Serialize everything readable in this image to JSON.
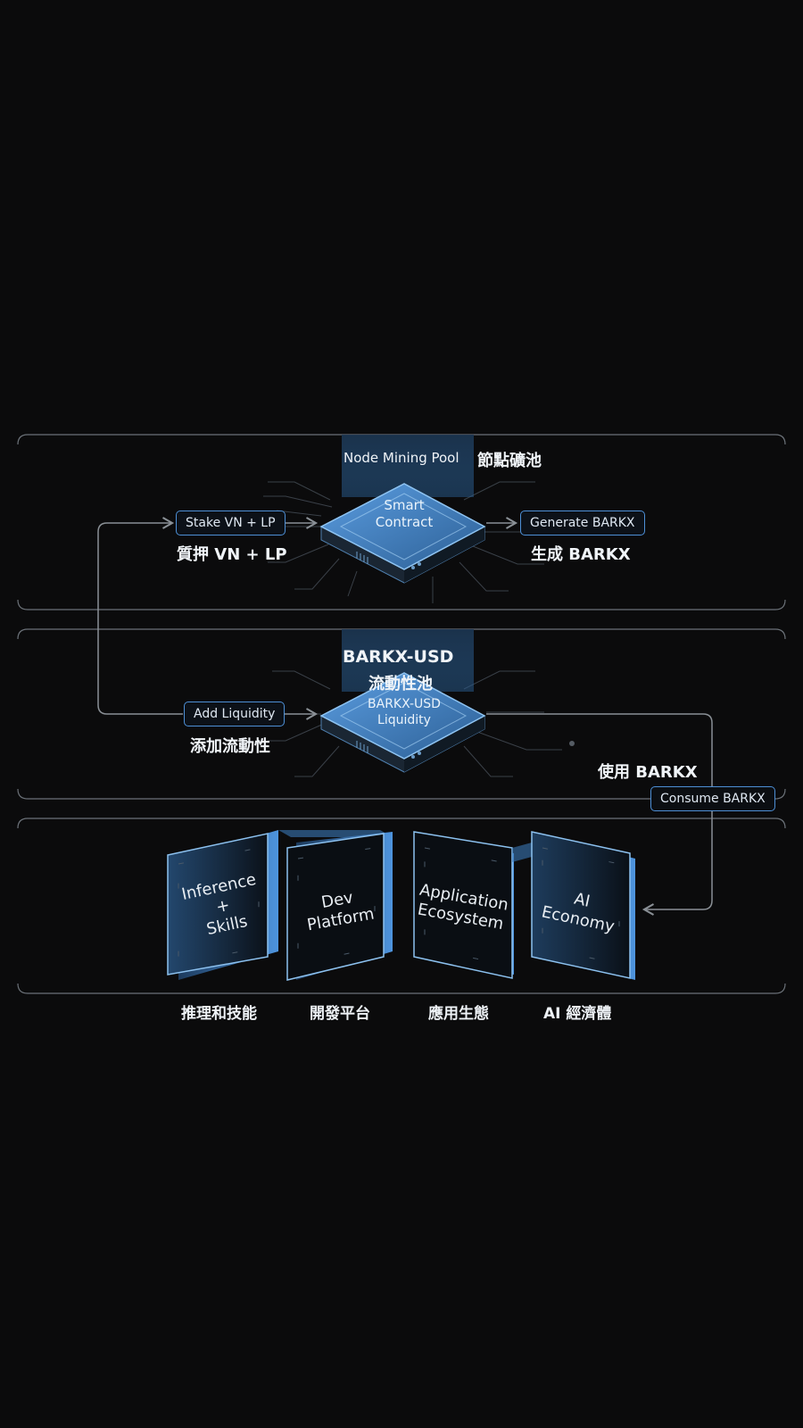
{
  "colors": {
    "background": "#0b0b0c",
    "accent": "#4d8fd6",
    "line": "#8a9096"
  },
  "section_node": {
    "title_en": "Node Mining Pool",
    "title_zh": "節點礦池",
    "chip_line1": "Smart",
    "chip_line2": "Contract",
    "stake_pill": "Stake VN + LP",
    "stake_zh": "質押 VN + LP",
    "generate_pill": "Generate BARKX",
    "generate_zh": "生成 BARKX"
  },
  "section_liquidity": {
    "title_en": "BARKX-USD",
    "title_zh": "流動性池",
    "chip_line1": "BARKX-USD",
    "chip_line2": "Liquidity",
    "add_pill": "Add Liquidity",
    "add_zh": "添加流動性",
    "use_zh": "使用 BARKX",
    "consume_pill": "Consume BARKX"
  },
  "section_apps": {
    "panels": [
      {
        "line1": "Inference",
        "line2": "+",
        "line3": "Skills",
        "caption": "推理和技能"
      },
      {
        "line1": "Dev",
        "line2": "Platform",
        "caption": "開發平台"
      },
      {
        "line1": "Application",
        "line2": "Ecosystem",
        "caption": "應用生態"
      },
      {
        "line1": "AI",
        "line2": "Economy",
        "caption": "AI 經濟體"
      }
    ]
  }
}
